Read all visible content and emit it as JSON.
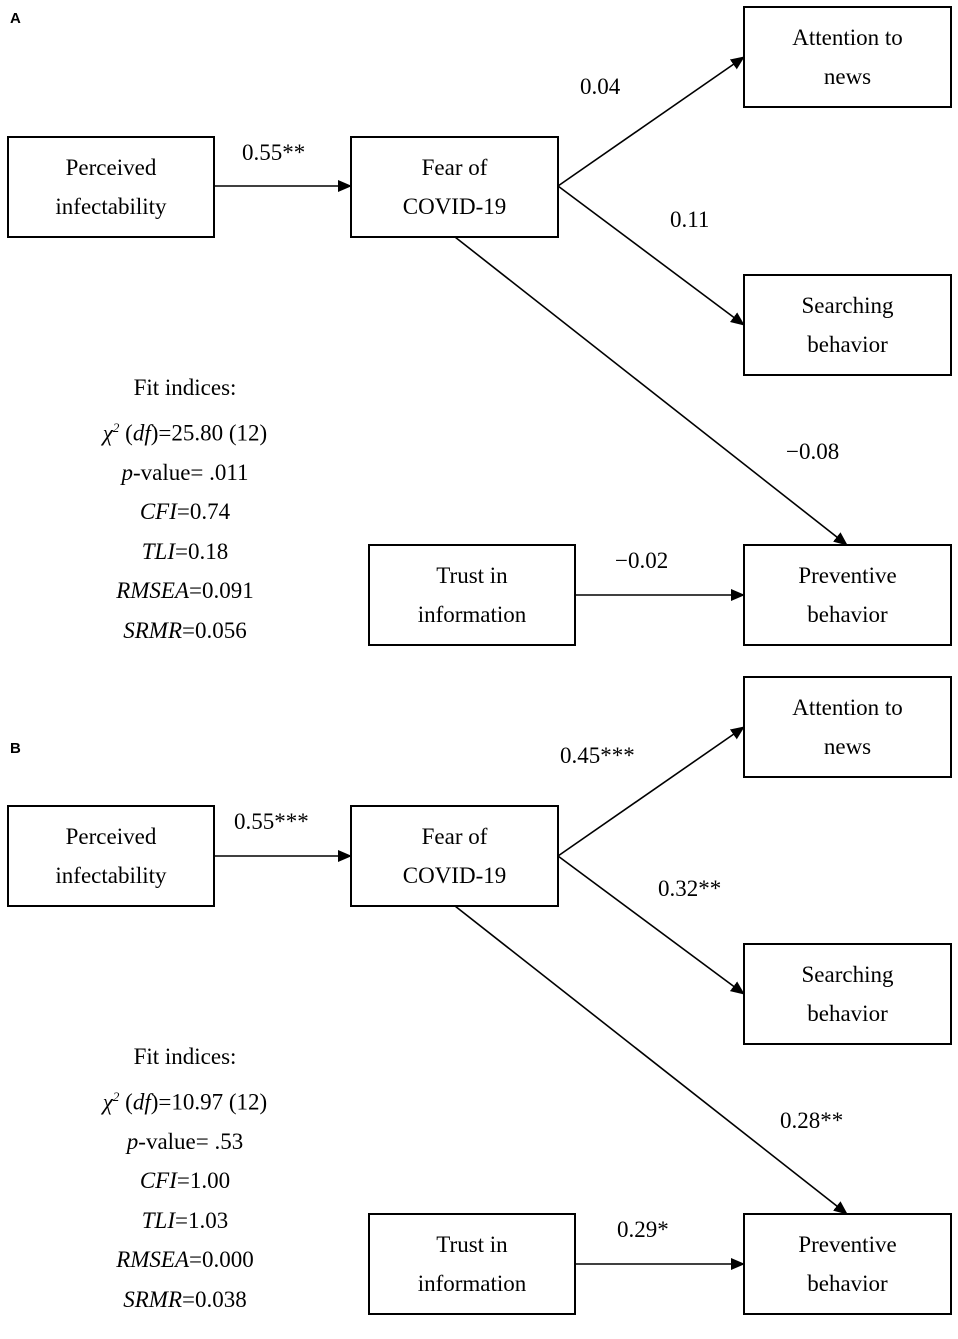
{
  "panels": [
    {
      "label": "A",
      "nodes": {
        "perceived_infectability": [
          "Perceived",
          "infectability"
        ],
        "fear_of_covid": [
          "Fear of",
          "COVID-19"
        ],
        "attention_to_news": [
          "Attention to",
          "news"
        ],
        "searching_behavior": [
          "Searching",
          "behavior"
        ],
        "trust_in_information": [
          "Trust in",
          "information"
        ],
        "preventive_behavior": [
          "Preventive",
          "behavior"
        ]
      },
      "paths": {
        "infectability_to_fear": "0.55**",
        "fear_to_attention": "0.04",
        "fear_to_searching": "0.11",
        "fear_to_preventive": "−0.08",
        "trust_to_preventive": "−0.02"
      },
      "fit": {
        "title": "Fit indices:",
        "chi_symbol": "χ",
        "chi_sup": "2",
        "chi_df": "df",
        "chi_value": "=25.80 (12)",
        "p_label": "p",
        "p_value": "-value= .011",
        "cfi_label": "CFI",
        "cfi_value": "=0.74",
        "tli_label": "TLI",
        "tli_value": "=0.18",
        "rmsea_label": "RMSEA",
        "rmsea_value": "=0.091",
        "srmr_label": "SRMR",
        "srmr_value": "=0.056"
      }
    },
    {
      "label": "B",
      "nodes": {
        "perceived_infectability": [
          "Perceived",
          "infectability"
        ],
        "fear_of_covid": [
          "Fear of",
          "COVID-19"
        ],
        "attention_to_news": [
          "Attention to",
          "news"
        ],
        "searching_behavior": [
          "Searching",
          "behavior"
        ],
        "trust_in_information": [
          "Trust in",
          "information"
        ],
        "preventive_behavior": [
          "Preventive",
          "behavior"
        ]
      },
      "paths": {
        "infectability_to_fear": "0.55***",
        "fear_to_attention": "0.45***",
        "fear_to_searching": "0.32**",
        "fear_to_preventive": "0.28**",
        "trust_to_preventive": "0.29*"
      },
      "fit": {
        "title": "Fit indices:",
        "chi_symbol": "χ",
        "chi_sup": "2",
        "chi_df": "df",
        "chi_value": "=10.97 (12)",
        "p_label": "p",
        "p_value": "-value= .53",
        "cfi_label": "CFI",
        "cfi_value": "=1.00",
        "tli_label": "TLI",
        "tli_value": "=1.03",
        "rmsea_label": "RMSEA",
        "rmsea_value": "=0.000",
        "srmr_label": "SRMR",
        "srmr_value": "=0.038"
      }
    }
  ]
}
